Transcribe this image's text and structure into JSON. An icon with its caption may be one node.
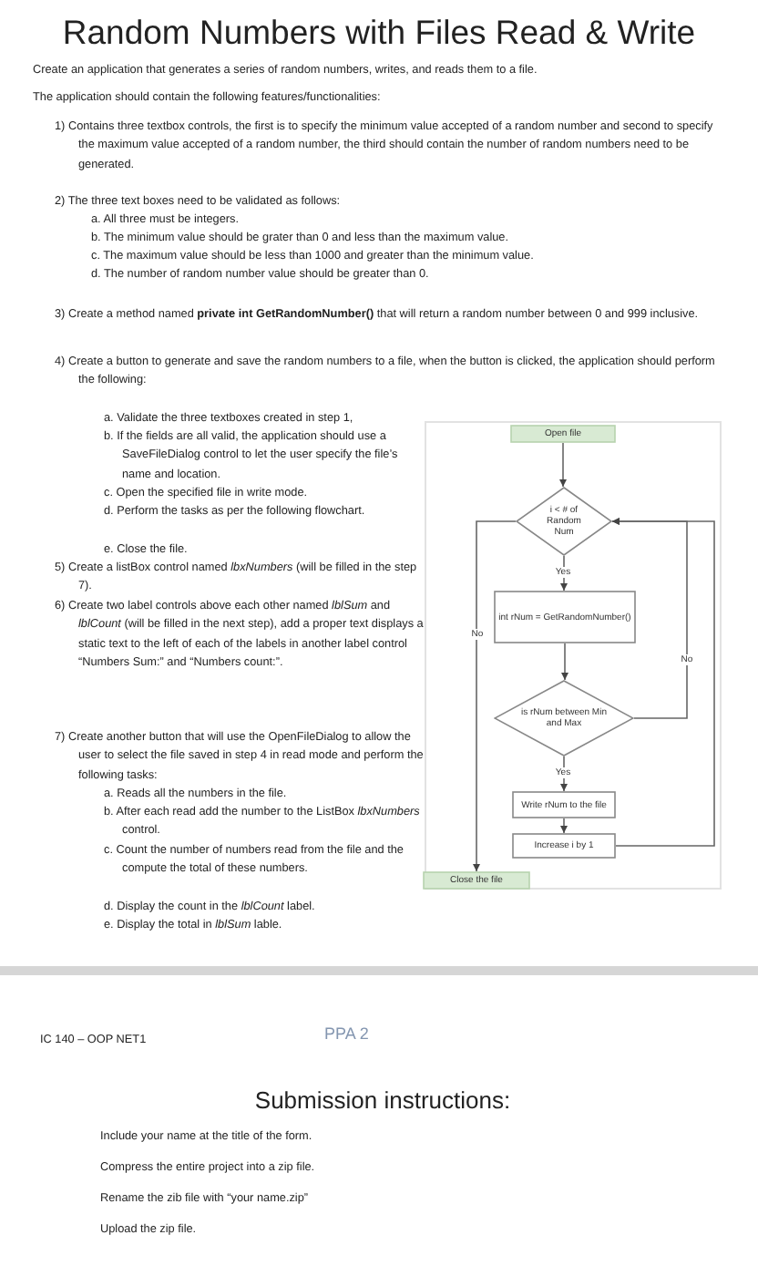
{
  "diagram": {
    "title": "Random Numbers with Files Read & Write",
    "nodes": [
      {
        "text": [
          "Open file"
        ]
      },
      {
        "text": [
          "i < # of Random Num"
        ]
      },
      {
        "text": [
          "int rNum = GetRandomNumber()"
        ]
      },
      {
        "text": [
          "is rNum between Min and Max"
        ]
      },
      {
        "text": [
          "Write rNum to the file"
        ]
      },
      {
        "text": [
          "Increase i by 1"
        ]
      },
      {
        "text": [
          "Close the file"
        ]
      }
    ],
    "edges": [
      {
        "from": 0,
        "to": 1,
        "arrow": "to"
      },
      {
        "from": 1,
        "to": 2,
        "arrow": "to",
        "label": "Yes"
      },
      {
        "from": 2,
        "to": 3,
        "arrow": "to"
      },
      {
        "from": 3,
        "to": 4,
        "arrow": "to",
        "label": "Yes"
      },
      {
        "from": 4,
        "to": 5,
        "arrow": "to"
      },
      {
        "from": 5,
        "to": 1,
        "arrow": "to"
      },
      {
        "from": 3,
        "to": 1,
        "arrow": "to",
        "label": "No"
      },
      {
        "from": 1,
        "to": 6,
        "arrow": "to",
        "label": "No"
      }
    ],
    "labels": [
      "Create an application that generates a series of random numbers, writes, and reads them to a file.",
      "The application should contain the following features/functionalities:",
      "1) Contains three textbox controls, the first is to specify the minimum value accepted of a random number and second to specify the maximum value accepted of a random number, the third should contain the number of random numbers need to be generated.",
      "2) The three text boxes need to be validated as follows:",
      "a. All three must be integers.",
      "b. The minimum value should be grater than 0 and less than the maximum value.",
      "c. The maximum value should be less than 1000 and greater than the minimum value.",
      "d. The number of random number value should be greater than 0.",
      "3) Create a method named **private int GetRandomNumber()** that will return a random number between 0 and 999 inclusive.",
      "4) Create a button to generate and save the random numbers to a file, when the button is clicked, the application should perform the following:",
      "a. Validate the three textboxes created in step 1,",
      "b. If the fields are all valid, the application should use a SaveFileDialog control to let the user specify the file’s name and location.",
      "c. Open the specified file in write mode.",
      "d. Perform the tasks as per the following flowchart.",
      "e. Close the file.",
      "5) Create a listBox control named *lbxNumbers* (will be filled in the step 7).",
      "6) Create two label controls above each other named *lblSum* and *lblCount* (will be filled in the next step), add a proper text displays a static text to the left of each of the labels in another label control “Numbers Sum:” and “Numbers count:”.",
      "7) Create another button that will use the OpenFileDialog to allow the user to select the file saved in step 4 in read mode and perform the following tasks:",
      "a. Reads all the numbers in the file.",
      "b. After each read add the number to the ListBox *lbxNumbers* control.",
      "c. Count the number of numbers read from the file and the compute the total of these numbers.",
      "d. Display the count in the *lblCount* label.",
      "e. Display the total in *lblSum* lable.",
      "IC 140 – OOP NET1",
      "PPA 2",
      "Submission instructions:",
      "Include your name at the title of the form.",
      "Compress the entire project into a zip file.",
      "Rename the zib file with “your name.zip”",
      "Upload the zip file."
    ]
  }
}
